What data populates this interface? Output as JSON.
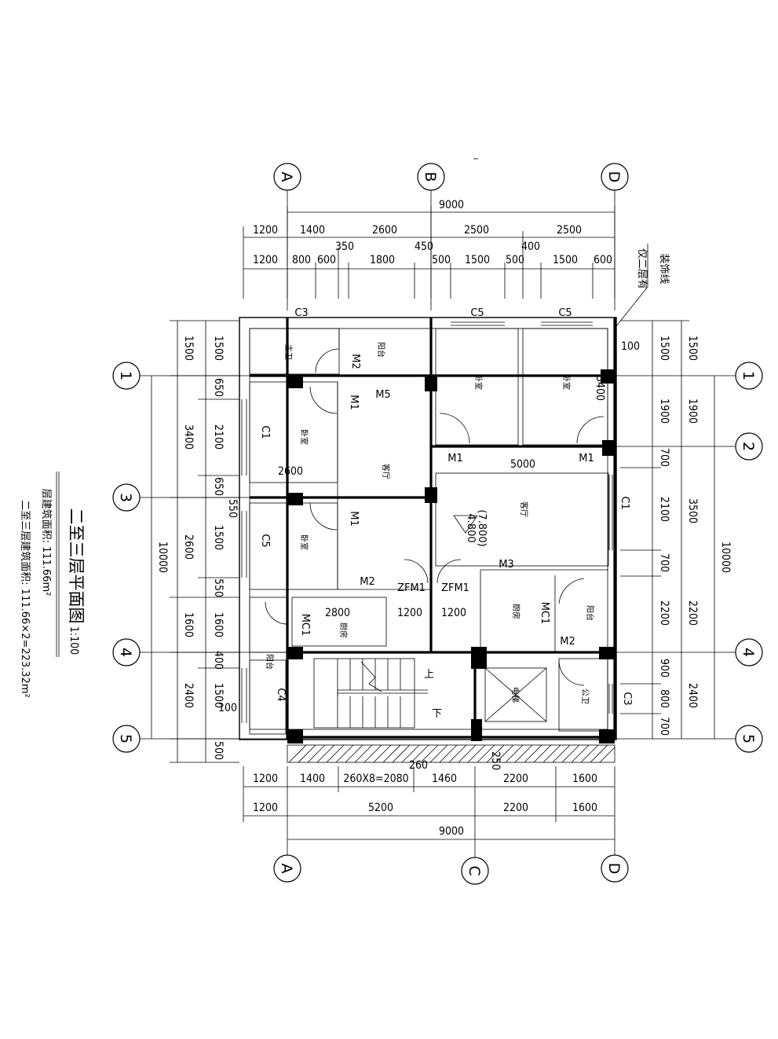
{
  "title": {
    "main": "二至三层平面图",
    "scale": "1:100",
    "area_line1": "层建筑面积: 111.66m²",
    "area_line2": "二至三层建筑面积: 111.66×2=223.32m²"
  },
  "axes": {
    "top": [
      "A",
      "B",
      "D"
    ],
    "bottom": [
      "A",
      "C",
      "D"
    ],
    "left": [
      "1",
      "3",
      "4",
      "5"
    ],
    "right": [
      "1",
      "2",
      "4",
      "5"
    ]
  },
  "dims": {
    "top_total": "9000",
    "top_row1": [
      "1200",
      "1400",
      "2600",
      "2500",
      "2500"
    ],
    "top_row2": [
      "1200",
      "800",
      "600",
      "1800",
      "500",
      "1500",
      "500",
      "1500",
      "600"
    ],
    "top_extra": [
      "350",
      "450",
      "400"
    ],
    "bottom_row1": [
      "1200",
      "1400",
      "260X8=2080",
      "1460",
      "2200",
      "1600"
    ],
    "bottom_row2": [
      "1200",
      "5200",
      "2200",
      "1600"
    ],
    "bottom_total": "9000",
    "bottom_extra": [
      "260",
      "250"
    ],
    "left_total": "10000",
    "left_outer": [
      "1500",
      "3400",
      "2600",
      "1600",
      "2400",
      "500"
    ],
    "left_inner": [
      "1500",
      "650",
      "2100",
      "650",
      "1500",
      "550",
      "1600",
      "400",
      "1500",
      "100"
    ],
    "left_extra": "550",
    "right_total": "10000",
    "right_outer": [
      "1500",
      "1900",
      "3500",
      "2200",
      "2400"
    ],
    "right_inner": [
      "1500",
      "1900",
      "700",
      "2100",
      "700",
      "2200",
      "900",
      "800",
      "700"
    ],
    "right_extra": "100",
    "inner": [
      "2600",
      "2800",
      "1200",
      "1200",
      "5000",
      "3400"
    ]
  },
  "labels": {
    "windows": [
      "C3",
      "C5",
      "C5",
      "C1",
      "C5",
      "C1",
      "C4",
      "C3"
    ],
    "doors": [
      "M2",
      "M5",
      "M1",
      "M1",
      "M1",
      "M1",
      "M2",
      "ZFM1",
      "ZFM1",
      "MC1",
      "M3",
      "MC1",
      "M2"
    ],
    "elevation_upper": "(7.800)",
    "elevation_lower": "4.800",
    "stair_up": "上",
    "stair_down": "下",
    "note": "仅二层有",
    "note2": "装饰线"
  },
  "rooms": {
    "toilet": "主卫",
    "balcony": "阳台",
    "bedroom": "卧室",
    "living": "客厅",
    "kitchen": "厨房",
    "elevator": "电梯",
    "public_toilet": "公卫"
  }
}
